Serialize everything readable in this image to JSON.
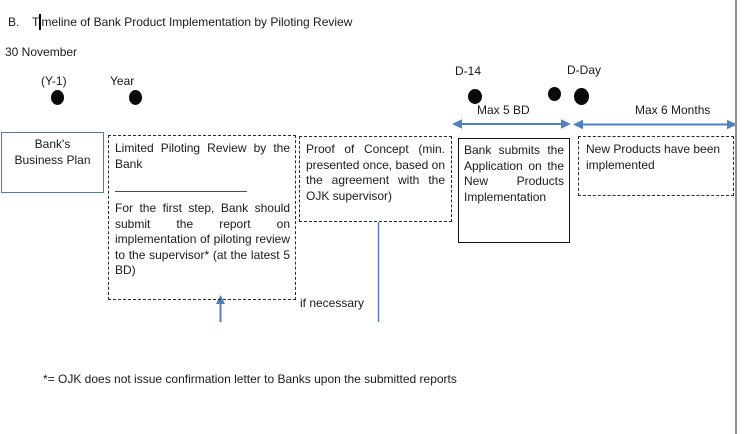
{
  "heading": {
    "index": "B.",
    "title": "Timeline of Bank Product Implementation by Piloting Review"
  },
  "date_note": "30 November",
  "timeline": {
    "milestones": [
      {
        "id": "y-minus-1",
        "label": "(Y-1)"
      },
      {
        "id": "year",
        "label": "Year"
      },
      {
        "id": "d-14",
        "label": "D-14"
      },
      {
        "id": "d-day",
        "label": "D-Day"
      }
    ],
    "durations": [
      {
        "id": "max-5-bd",
        "label": "Max 5 BD"
      },
      {
        "id": "max-6-months",
        "label": "Max 6 Months"
      }
    ]
  },
  "stages": {
    "business_plan": {
      "line1": "Bank's",
      "line2": "Business Plan"
    },
    "piloting_review": {
      "heading": "Limited Piloting Review by the Bank",
      "detail": "For the first step, Bank should submit the report on implementation of piloting review to the supervisor* (at the latest 5 BD)"
    },
    "proof_of_concept": {
      "text": "Proof of Concept (min. presented once, based on the agreement with the OJK supervisor)"
    },
    "application": {
      "text": "Bank submits the Application on the New Products Implementation"
    },
    "implemented": {
      "text": "New Products have been implemented"
    }
  },
  "annotations": {
    "if_necessary": "if necessary",
    "footnote": "*= OJK does not issue confirmation letter to Banks upon the submitted reports"
  },
  "colors": {
    "arrow_blue": "#4f81bd",
    "plan_box_border": "#4e79b0",
    "dot_black": "#0a0a0a",
    "text": "#1a1a1a",
    "page_edge": "#8f8f8f"
  }
}
